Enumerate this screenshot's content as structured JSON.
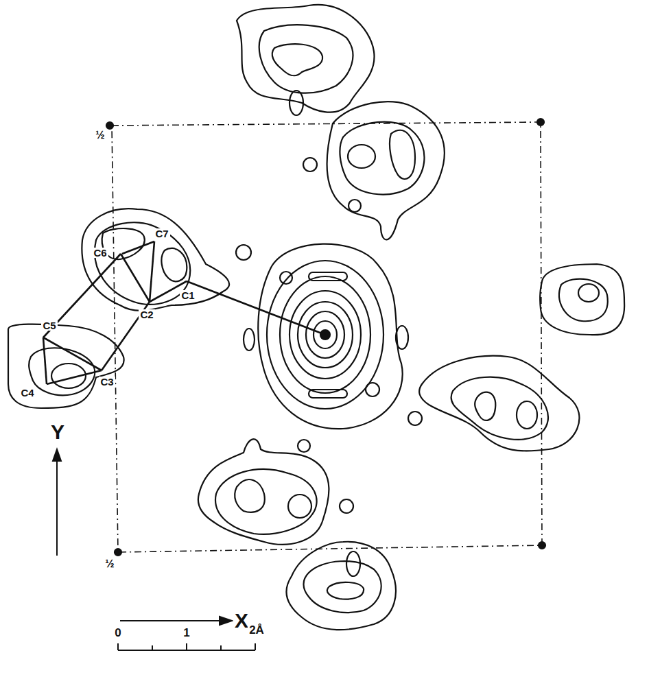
{
  "diagram": {
    "labels": [
      "½",
      "½",
      "C7",
      "C6",
      "C1",
      "C2",
      "C5",
      "C4",
      "C3",
      "Y",
      "X",
      "0",
      "1",
      "2Å"
    ]
  }
}
